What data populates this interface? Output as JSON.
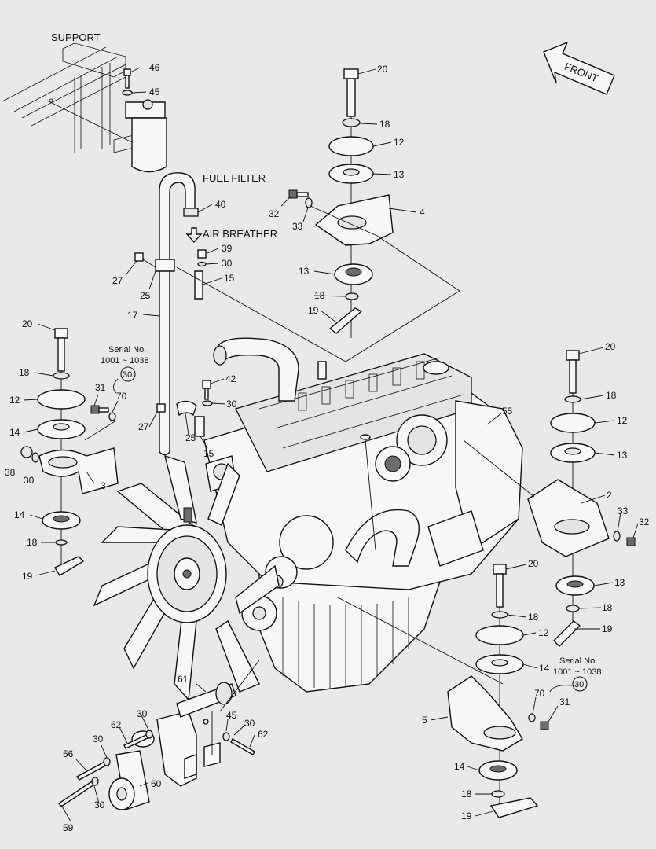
{
  "diagram": {
    "captions": {
      "support": "SUPPORT",
      "front": "FRONT",
      "fuel_filter": "FUEL FILTER",
      "air_breather": "AIR BREATHER"
    },
    "serial_notes": [
      {
        "line1": "Serial No.",
        "line2": "1001 ~ 1038",
        "circled": "30"
      },
      {
        "line1": "Serial No.",
        "line2": "1001 ~ 1038",
        "circled": "30"
      }
    ],
    "callouts": [
      "46",
      "45",
      "20",
      "18",
      "12",
      "13",
      "4",
      "32",
      "33",
      "40",
      "39",
      "30",
      "15",
      "27",
      "25",
      "17",
      "13",
      "18",
      "19",
      "20",
      "18",
      "31",
      "70",
      "12",
      "14",
      "38",
      "30",
      "3",
      "14",
      "18",
      "19",
      "42",
      "30",
      "27",
      "25",
      "15",
      "55",
      "20",
      "18",
      "12",
      "13",
      "2",
      "33",
      "32",
      "13",
      "18",
      "19",
      "20",
      "18",
      "12",
      "14",
      "70",
      "31",
      "5",
      "14",
      "18",
      "19",
      "61",
      "30",
      "45",
      "30",
      "62",
      "62",
      "30",
      "56",
      "30",
      "60",
      "59"
    ]
  }
}
